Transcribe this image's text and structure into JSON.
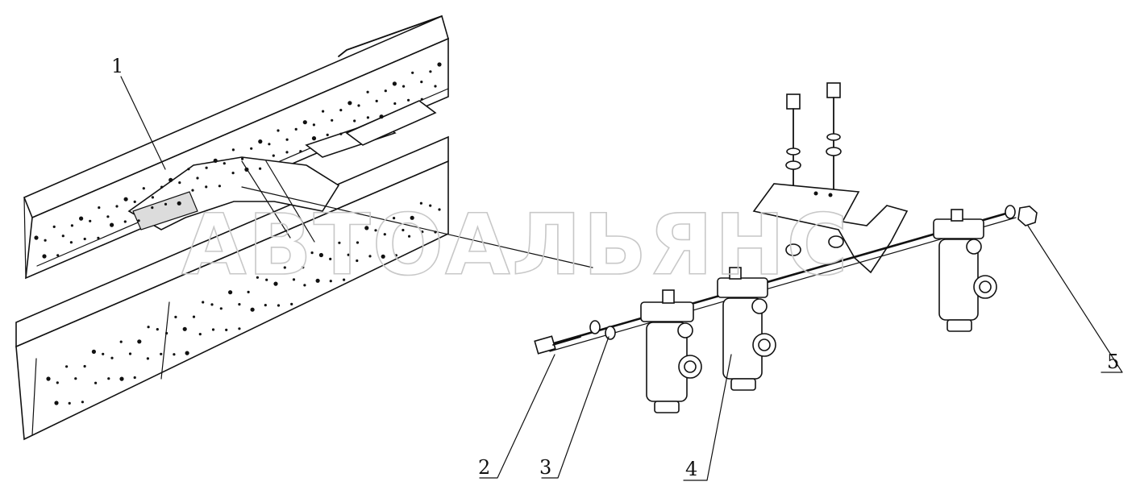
{
  "diagram": {
    "callouts": [
      {
        "id": "1",
        "label": "1"
      },
      {
        "id": "2",
        "label": "2"
      },
      {
        "id": "3",
        "label": "3"
      },
      {
        "id": "4",
        "label": "4"
      },
      {
        "id": "5",
        "label": "5"
      }
    ],
    "watermark": "АВТОАЛЬЯНС"
  }
}
